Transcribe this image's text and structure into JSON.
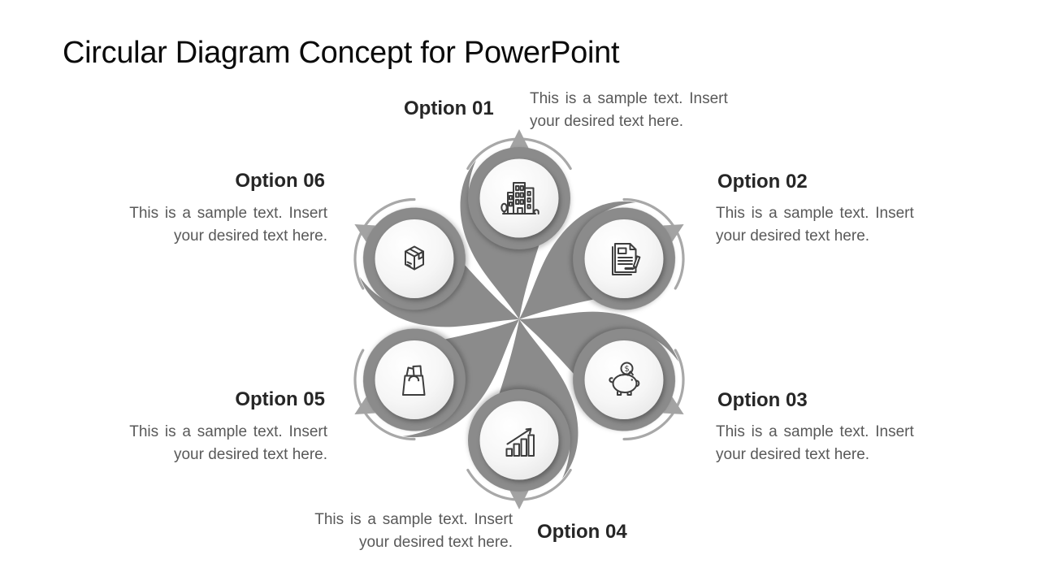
{
  "slide": {
    "title": "Circular Diagram Concept for PowerPoint"
  },
  "diagram": {
    "type": "circular-pinwheel-6-steps",
    "sample_text": "This is a sample text. Insert your desired text here.",
    "sample_lines": [
      "This is a sample  text. Insert",
      "your desired text here."
    ],
    "options": [
      {
        "id": "01",
        "label": "Option 01",
        "icon": "building-icon"
      },
      {
        "id": "02",
        "label": "Option 02",
        "icon": "document-pen-icon"
      },
      {
        "id": "03",
        "label": "Option 03",
        "icon": "piggy-bank-icon"
      },
      {
        "id": "04",
        "label": "Option 04",
        "icon": "bar-chart-growth-icon"
      },
      {
        "id": "05",
        "label": "Option 05",
        "icon": "shopping-bag-icon"
      },
      {
        "id": "06",
        "label": "Option 06",
        "icon": "package-box-icon"
      }
    ],
    "colors": {
      "petal": "#8b8b8b",
      "arc": "#a8a8a8",
      "arrowhead": "#a3a3a3",
      "icon_stroke": "#3d3d3d",
      "label_text": "#262626",
      "body_text": "#595959",
      "background": "#ffffff"
    }
  }
}
